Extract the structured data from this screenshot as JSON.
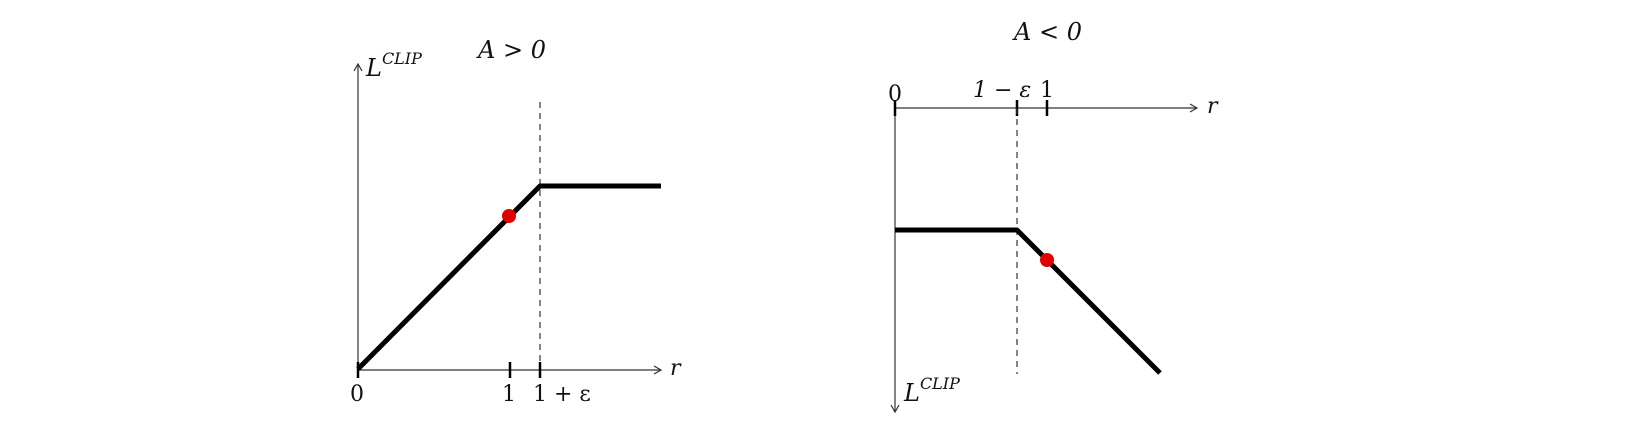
{
  "diagrams": [
    {
      "title": "A > 0",
      "y_label_base": "L",
      "y_label_sup": "CLIP",
      "x_label": "r",
      "tick_labels": [
        "0",
        "1",
        "1 + ε"
      ],
      "point_color": "#e00000"
    },
    {
      "title": "A < 0",
      "y_label_base": "L",
      "y_label_sup": "CLIP",
      "x_label": "r",
      "tick_labels": [
        "0",
        "1 − ε",
        "1"
      ],
      "point_color": "#e00000"
    }
  ]
}
